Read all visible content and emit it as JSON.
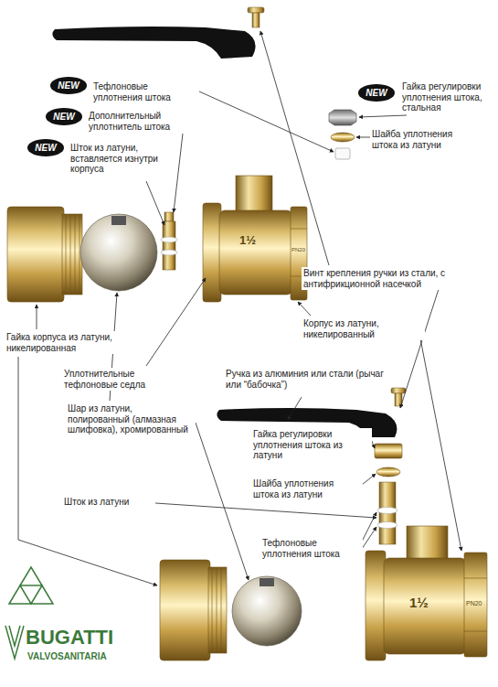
{
  "diagram": {
    "nodes": [
      {
        "text": [
          "NEW"
        ]
      },
      {
        "text": [
          "NEW"
        ]
      },
      {
        "text": [
          "NEW"
        ]
      },
      {
        "text": [
          "NEW"
        ]
      }
    ],
    "labels": [
      "Тефлоновые уплотнения штока",
      "Дополнительный уплотнитель штока",
      "Шток из латуни, вставляется изнутри корпуса",
      "Гайка регулировки уплотнения штока, стальная",
      "Шайба уплотнения штока из латуни",
      "Винт крепления ручки из стали, с антифрикционной насечкой",
      "Корпус из латуни, никелированный",
      "Гайка корпуса из латуни, никелированная",
      "Уплотнительные тефлоновые седла",
      "Ручка из алюминия или стали (рычаг или “бабочка”)",
      "Шар из латуни, полированный (алмазная шлифовка), хромированный",
      "Гайка регулировки уплотнения штока из латуни",
      "Шайба уплотнения штока из латуни",
      "Шток из латуни",
      "Тефлоновые уплотнения штока",
      "BUGATTI",
      "VALVOSANITARIA",
      "1½",
      "PN20",
      "1½",
      "PN20"
    ]
  }
}
